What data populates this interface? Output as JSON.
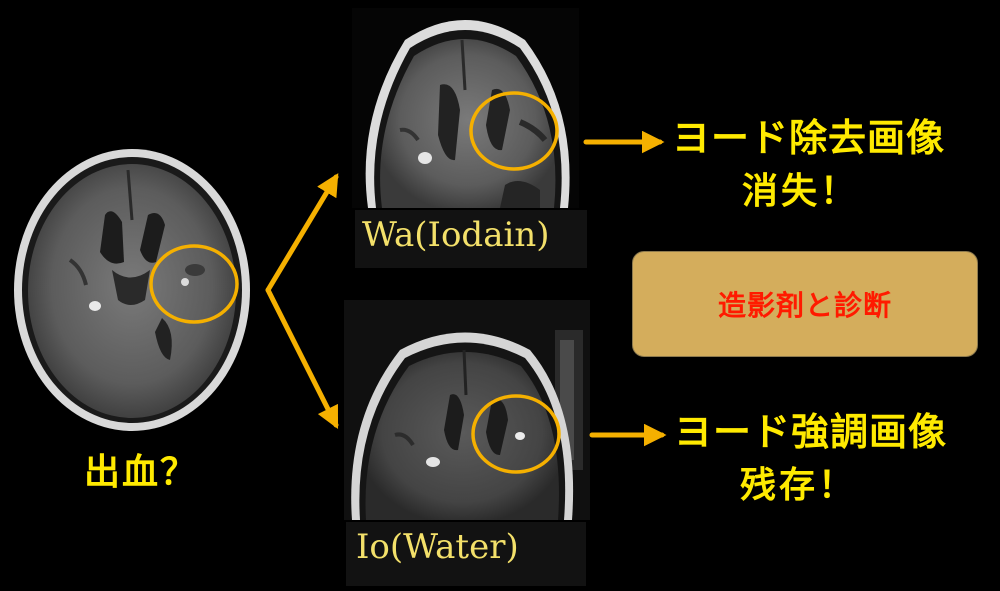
{
  "labels": {
    "hemorrhage_question": "出血？",
    "water_iodine_image_label": "Wa(Iodain)",
    "iodine_water_image_label": "Io(Water)",
    "iodine_removal_result_line1": "ヨード除去画像",
    "iodine_removal_result_line2": "消失！",
    "iodine_enhanced_result_line1": "ヨード強調画像",
    "iodine_enhanced_result_line2": "残存！",
    "contrast_diagnosis_badge": "造影剤と診断"
  },
  "colors": {
    "background": "#000000",
    "arrow": "#f5b000",
    "circle_highlight": "#f5b000",
    "japanese_text": "#ffea00",
    "serif_label_text": "#f3e06a",
    "badge_fill": "#d4ad5c",
    "badge_text": "#ff1a00"
  },
  "icons": {
    "left_scan": "ct-brain-scan-icon",
    "top_scan": "ct-brain-scan-icon",
    "bottom_scan": "ct-brain-scan-icon",
    "arrows": "arrow-right-icon",
    "highlight": "circle-highlight-icon"
  }
}
